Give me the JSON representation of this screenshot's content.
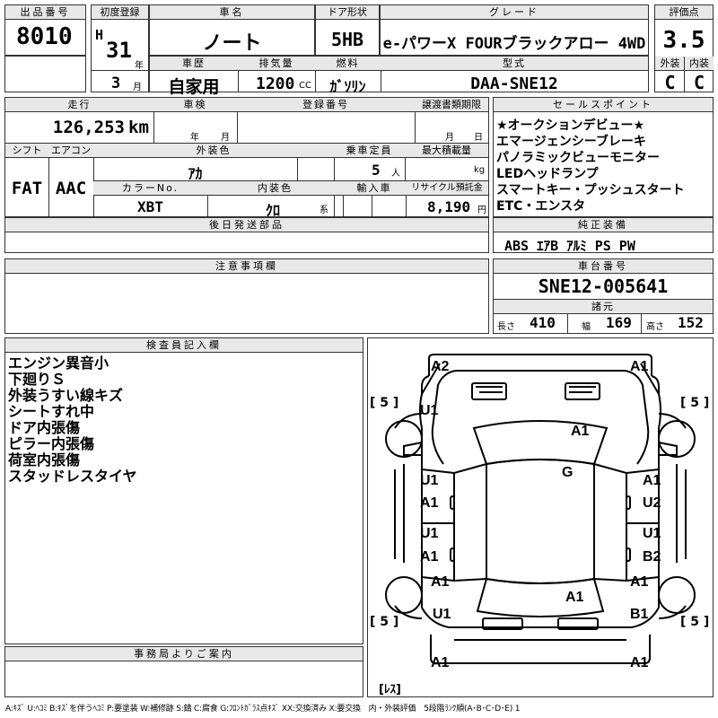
{
  "header": {
    "lot_no_label": "出品番号",
    "lot_no": "8010",
    "first_reg_label": "初度登録",
    "era": "H",
    "year": "31",
    "year_unit": "年",
    "month": "3",
    "month_unit": "月",
    "name_label": "車名",
    "name": "ノート",
    "door_label": "ドア形状",
    "door": "5HB",
    "grade_label": "グレード",
    "grade": "e-パワーX FOURブラックアロー 4WD",
    "score_label": "評価点",
    "score": "3.5",
    "ext_label": "外装",
    "ext_grade": "C",
    "int_label": "内装",
    "int_grade": "C",
    "history_label": "車歴",
    "history": "自家用",
    "cc_label": "排気量",
    "cc": "1200",
    "cc_unit": "CC",
    "fuel_label": "燃料",
    "fuel": "ｶﾞｿﾘﾝ",
    "model_label": "型式",
    "model": "DAA-SNE12"
  },
  "row2": {
    "mileage_label": "走行",
    "mileage": "126,253",
    "mileage_unit": "km",
    "inspection_label": "車検",
    "insp_year": "年",
    "insp_month": "月",
    "plate_label": "登録番号",
    "deadline_label": "譲渡書類期限",
    "dl_month": "月",
    "dl_day": "日",
    "shift_label": "シフト",
    "shift": "FAT",
    "ac_label": "エアコン",
    "ac": "AAC",
    "color_label": "外装色",
    "color": "ｱｶ",
    "capacity_label": "乗車定員",
    "capacity": "5",
    "capacity_unit": "人",
    "load_label": "最大積載量",
    "load_unit": "kg",
    "colorno_label": "カラーNo.",
    "colorno": "XBT",
    "interior_label": "内装色",
    "interior": "ｸﾛ",
    "interior_unit": "系",
    "import_label": "輸入車",
    "recycle_label": "リサイクル預託金",
    "recycle": "8,190",
    "recycle_unit": "円"
  },
  "sales_points": {
    "label": "セールスポイント",
    "items": [
      "★オークションデビュー★",
      "エマージェンシーブレーキ",
      "パノラミックビューモニター",
      "LEDヘッドランプ",
      "スマートキー・プッシュスタート",
      "ETC・エンスタ"
    ]
  },
  "later_parts_label": "後日発送部品",
  "equipment": {
    "label": "純正装備",
    "value": "ABS ｴｱB ｱﾙﾐ PS PW"
  },
  "notes_label": "注意事項欄",
  "chassis": {
    "label": "車台番号",
    "value": "SNE12-005641"
  },
  "specs": {
    "label": "諸元",
    "length_label": "長さ",
    "length": "410",
    "width_label": "幅",
    "width": "169",
    "height_label": "高さ",
    "height": "152"
  },
  "inspector": {
    "label": "検査員記入欄",
    "lines": [
      "エンジン異音小",
      "下廻りＳ",
      "外装うすい線キズ",
      "シートすれ中",
      "ドア内張傷",
      "ピラー内張傷",
      "荷室内張傷",
      "スタッドレスタイヤ"
    ]
  },
  "office_label": "事務局よりご案内",
  "diagram": {
    "marks": [
      "A2",
      "A1",
      "U1",
      "A1",
      "G",
      "U1",
      "A1",
      "A1",
      "U2",
      "U1",
      "A1",
      "U1",
      "B2",
      "A1",
      "A1",
      "A1",
      "U1",
      "B1",
      "A1",
      "A1"
    ],
    "tires": [
      "[ 5 ]",
      "[ 5 ]",
      "[ 5 ]",
      "[ 5 ]"
    ],
    "spare": "[ﾚｽ]"
  },
  "legend": "A:ｷｽﾞ U:ﾍｺﾐ B:ｷｽﾞを伴うﾍｺﾐ P:要塗装 W:補修跡 S:錆 C:腐食 G:ﾌﾛﾝﾄｶﾞﾗｽ点ｷｽﾞ XX:交換済み X:要交換　内・外装評価　5段階ﾗﾝｸ順(A･B･C･D･E) 1"
}
